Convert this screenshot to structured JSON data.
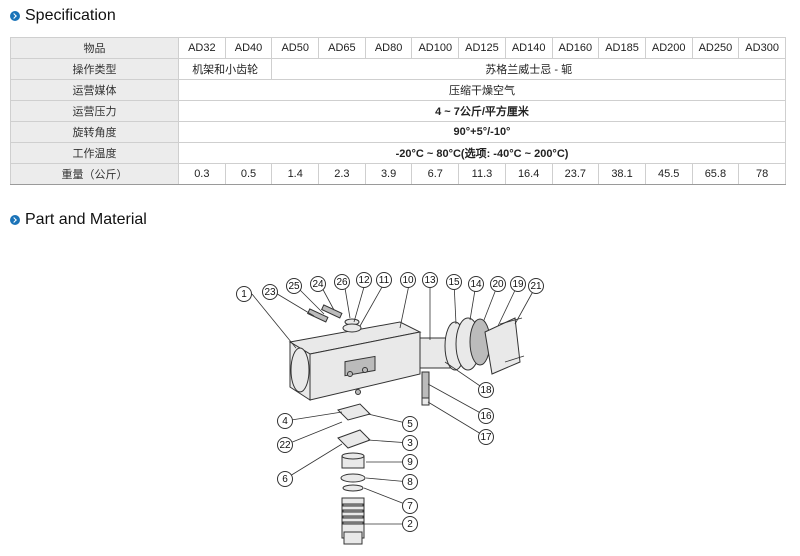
{
  "spec_section": {
    "title": "Specification"
  },
  "part_section": {
    "title": "Part and Material"
  },
  "spec_table": {
    "models_label": "物品",
    "models": [
      "AD32",
      "AD40",
      "AD50",
      "AD65",
      "AD80",
      "AD100",
      "AD125",
      "AD140",
      "AD160",
      "AD185",
      "AD200",
      "AD250",
      "AD300"
    ],
    "type_label": "操作类型",
    "type_small": "机架和小齿轮",
    "type_rest": "苏格兰威士忌 - 轭",
    "medium_label": "运营媒体",
    "medium_value": "压缩干燥空气",
    "pressure_label": "运营压力",
    "pressure_value": "4 ~ 7公斤/平方厘米",
    "rotation_label": "旋转角度",
    "rotation_value": "90°+5°/-10°",
    "temp_label": "工作温度",
    "temp_value": "-20°C ~ 80°C(选项: -40°C ~ 200°C)",
    "weight_label": "重量（公斤）",
    "weights": [
      "0.3",
      "0.5",
      "1.4",
      "2.3",
      "3.9",
      "6.7",
      "11.3",
      "16.4",
      "23.7",
      "38.1",
      "45.5",
      "65.8",
      "78"
    ]
  },
  "diagram": {
    "callouts": [
      "1",
      "23",
      "25",
      "24",
      "26",
      "12",
      "11",
      "10",
      "13",
      "15",
      "14",
      "20",
      "19",
      "21",
      "18",
      "16",
      "17",
      "4",
      "5",
      "22",
      "3",
      "6",
      "9",
      "8",
      "7",
      "2"
    ]
  },
  "colors": {
    "accent": "#1a73b8",
    "header_bg": "#ececec"
  },
  "icons": {
    "bullet": "chevron-circle-icon"
  }
}
